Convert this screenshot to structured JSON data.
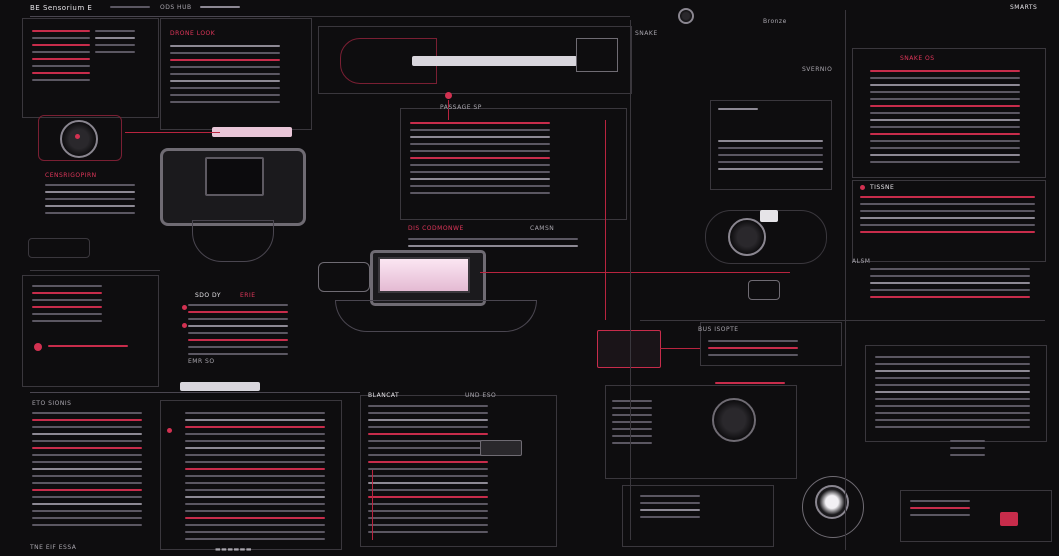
{
  "header": {
    "left_title": "BE Sensorium E",
    "center_title": "ODS HUB",
    "right_title": "Bronze",
    "right_status": "SMARTS"
  },
  "top_panel": {
    "tag": "DRONE LOOK",
    "readout": "SNAKE"
  },
  "center_panel": {
    "title": "PASSAGE SP",
    "section_title": "DIS CODMONWE",
    "tag": "CAMSN"
  },
  "right_panel": {
    "header": "SNAKE OS",
    "section_title": "TISSNE",
    "subheader": "SVERNIO",
    "badge": "ALSM"
  },
  "left_panel": {
    "section_title": "CENSRIGOPIRN",
    "list_title": "ETO SIONIS",
    "footer": "TNE EIF ESSA"
  },
  "mid_list": {
    "title": "SDO DY",
    "title_tag": "ERIE",
    "subtitle": "EMR SO"
  },
  "lower_panels": {
    "block_title": "BLANCAT",
    "block_tag": "UND ESO",
    "right_block_title": "BUS ISOPTE"
  },
  "colors": {
    "accent": "#d23151",
    "panel_border": "#3a373d",
    "screen": "#f6d9ea",
    "background": "#0e0d0f"
  },
  "icons": {
    "camera": "camera-icon",
    "monitor": "monitor-icon",
    "lens": "lens-icon",
    "gauge": "gauge-icon"
  }
}
